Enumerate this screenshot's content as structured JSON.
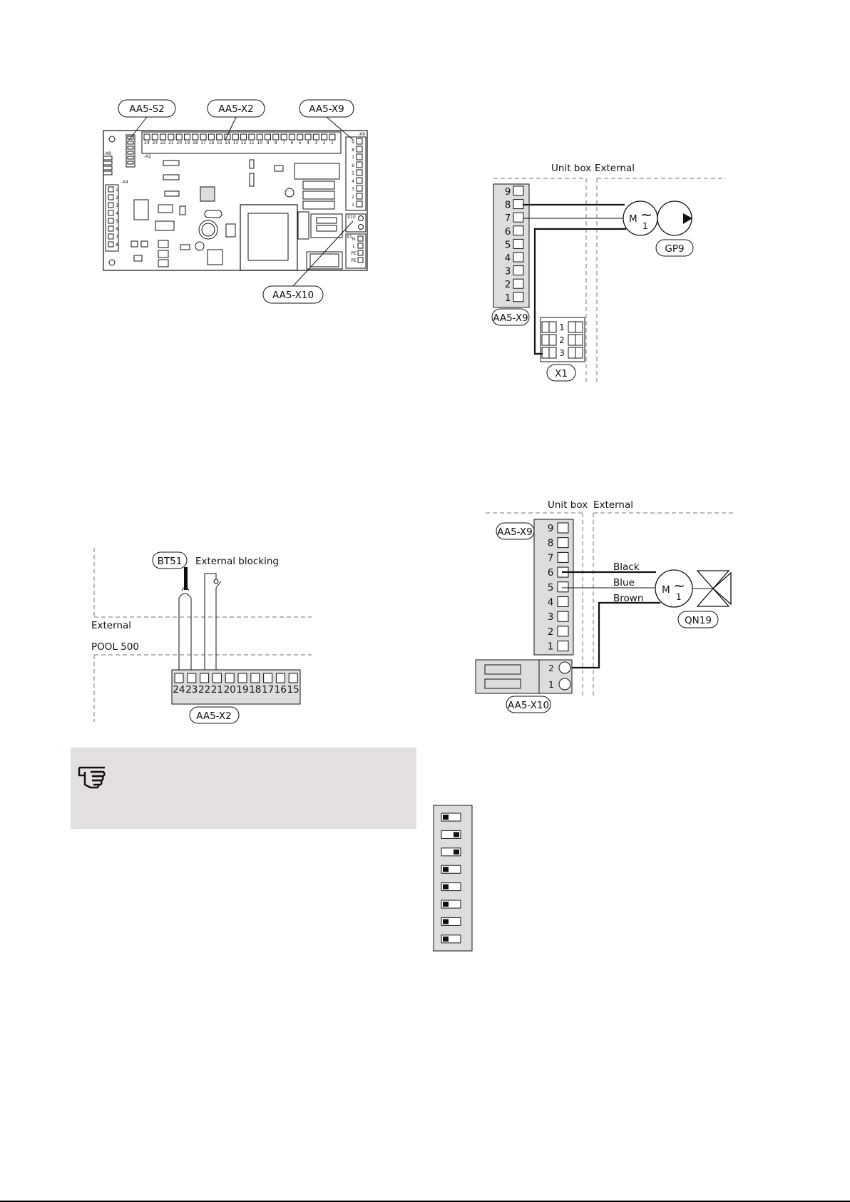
{
  "board": {
    "callouts": [
      "AA5-S2",
      "AA5-X2",
      "AA5-X9",
      "AA5-X10"
    ],
    "x2_pins": [
      "24",
      "23",
      "22",
      "21",
      "20",
      "19",
      "18",
      "17",
      "16",
      "15",
      "14",
      "13",
      "12",
      "11",
      "10",
      "9",
      "8",
      "7",
      "6",
      "5",
      "4",
      "3",
      "2",
      "1"
    ],
    "x9_pins": [
      "9",
      "8",
      "7",
      "6",
      "5",
      "4",
      "3",
      "2",
      "1"
    ],
    "x4_pins": [
      "1",
      "2",
      "3",
      "4",
      "5",
      "6",
      "7",
      "8"
    ],
    "x1_pins": [
      "N",
      "L",
      "PE",
      "PE"
    ],
    "tags": {
      "x8": "-X8",
      "x2": "-X2",
      "x4": "-X4",
      "x9": "-X9",
      "x10": "X10",
      "x1": "X1"
    }
  },
  "pump_diagram": {
    "zone_left": "Unit box",
    "zone_right": "External",
    "terminal_pins": [
      "9",
      "8",
      "7",
      "6",
      "5",
      "4",
      "3",
      "2",
      "1"
    ],
    "terminal_label": "AA5-X9",
    "x1_pins": [
      "1",
      "2",
      "3"
    ],
    "x1_label": "X1",
    "motor_letter": "M",
    "motor_tilde": "~",
    "motor_phase": "1",
    "pump_label": "GP9"
  },
  "sensor_diagram": {
    "sensor_label": "BT51",
    "switch_label": "External blocking",
    "zone_external": "External",
    "zone_unit": "POOL 500",
    "terminal_pins": [
      "24",
      "23",
      "22",
      "21",
      "20",
      "19",
      "18",
      "17",
      "16",
      "15"
    ],
    "terminal_label": "AA5-X2"
  },
  "valve_diagram": {
    "zone_left": "Unit box",
    "zone_right": "External",
    "terminal_label": "AA5-X9",
    "terminal_pins": [
      "9",
      "8",
      "7",
      "6",
      "5",
      "4",
      "3",
      "2",
      "1"
    ],
    "wire_black": "Black",
    "wire_blue": "Blue",
    "wire_brown": "Brown",
    "motor_letter": "M",
    "motor_tilde": "~",
    "motor_phase": "1",
    "valve_label": "QN19",
    "x10_pins": [
      "2",
      "1"
    ],
    "x10_label": "AA5-X10"
  },
  "dip_switch": {
    "positions": [
      "left",
      "right",
      "right",
      "left",
      "left",
      "left",
      "left",
      "left"
    ]
  },
  "colors": {
    "note_background": "#e4e0e0",
    "line": "#111111"
  }
}
